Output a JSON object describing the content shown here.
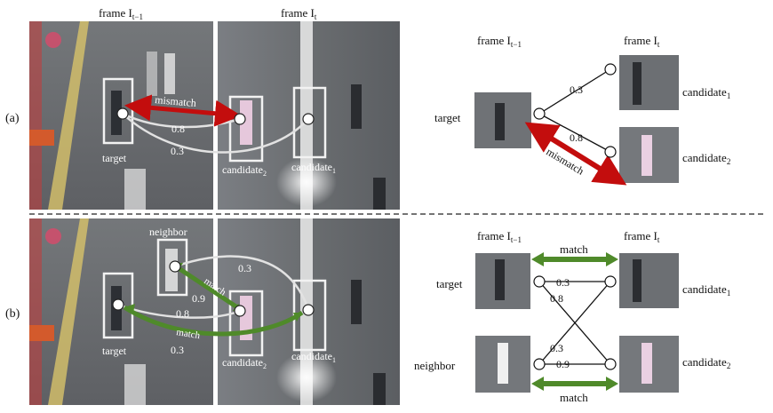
{
  "colors": {
    "mismatch": "#c30d0d",
    "match": "#4f8a2a",
    "box": "#f2f2f2",
    "line": "#e2e2e2",
    "text_dark": "#111111",
    "text_light": "#ffffff"
  },
  "panel_a": {
    "row_label": "(a)",
    "frame_prev": "frame I",
    "frame_prev_sub": "t−1",
    "frame_cur": "frame I",
    "frame_cur_sub": "t",
    "photo": {
      "mismatch_label": "mismatch",
      "score_08": "0.8",
      "score_03": "0.3",
      "target_label": "target",
      "candidate2_label": "candidate",
      "candidate2_sub": "2",
      "candidate1_label": "candidate",
      "candidate1_sub": "1"
    },
    "graph": {
      "frame_prev": "frame I",
      "frame_prev_sub": "t−1",
      "frame_cur": "frame I",
      "frame_cur_sub": "t",
      "target_label": "target",
      "score_top": "0.3",
      "score_bottom": "0.8",
      "mismatch_label": "mismatch",
      "candidate1_label": "candidate",
      "candidate1_sub": "1",
      "candidate2_label": "candidate",
      "candidate2_sub": "2"
    }
  },
  "panel_b": {
    "row_label": "(b)",
    "photo": {
      "neighbor_label": "neighbor",
      "score_top": "0.3",
      "score_09": "0.9",
      "score_08": "0.8",
      "score_03": "0.3",
      "match_top": "match",
      "match_bottom": "match",
      "target_label": "target",
      "candidate2_label": "candidate",
      "candidate2_sub": "2",
      "candidate1_label": "candidate",
      "candidate1_sub": "1"
    },
    "graph": {
      "frame_prev": "frame I",
      "frame_prev_sub": "t−1",
      "frame_cur": "frame I",
      "frame_cur_sub": "t",
      "match_top": "match",
      "match_bottom": "match",
      "target_label": "target",
      "neighbor_label": "neighbor",
      "candidate1_label": "candidate",
      "candidate1_sub": "1",
      "candidate2_label": "candidate",
      "candidate2_sub": "2",
      "score_t_c1": "0.3",
      "score_t_c2": "0.8",
      "score_n_c1": "0.3",
      "score_n_c2": "0.9"
    }
  }
}
